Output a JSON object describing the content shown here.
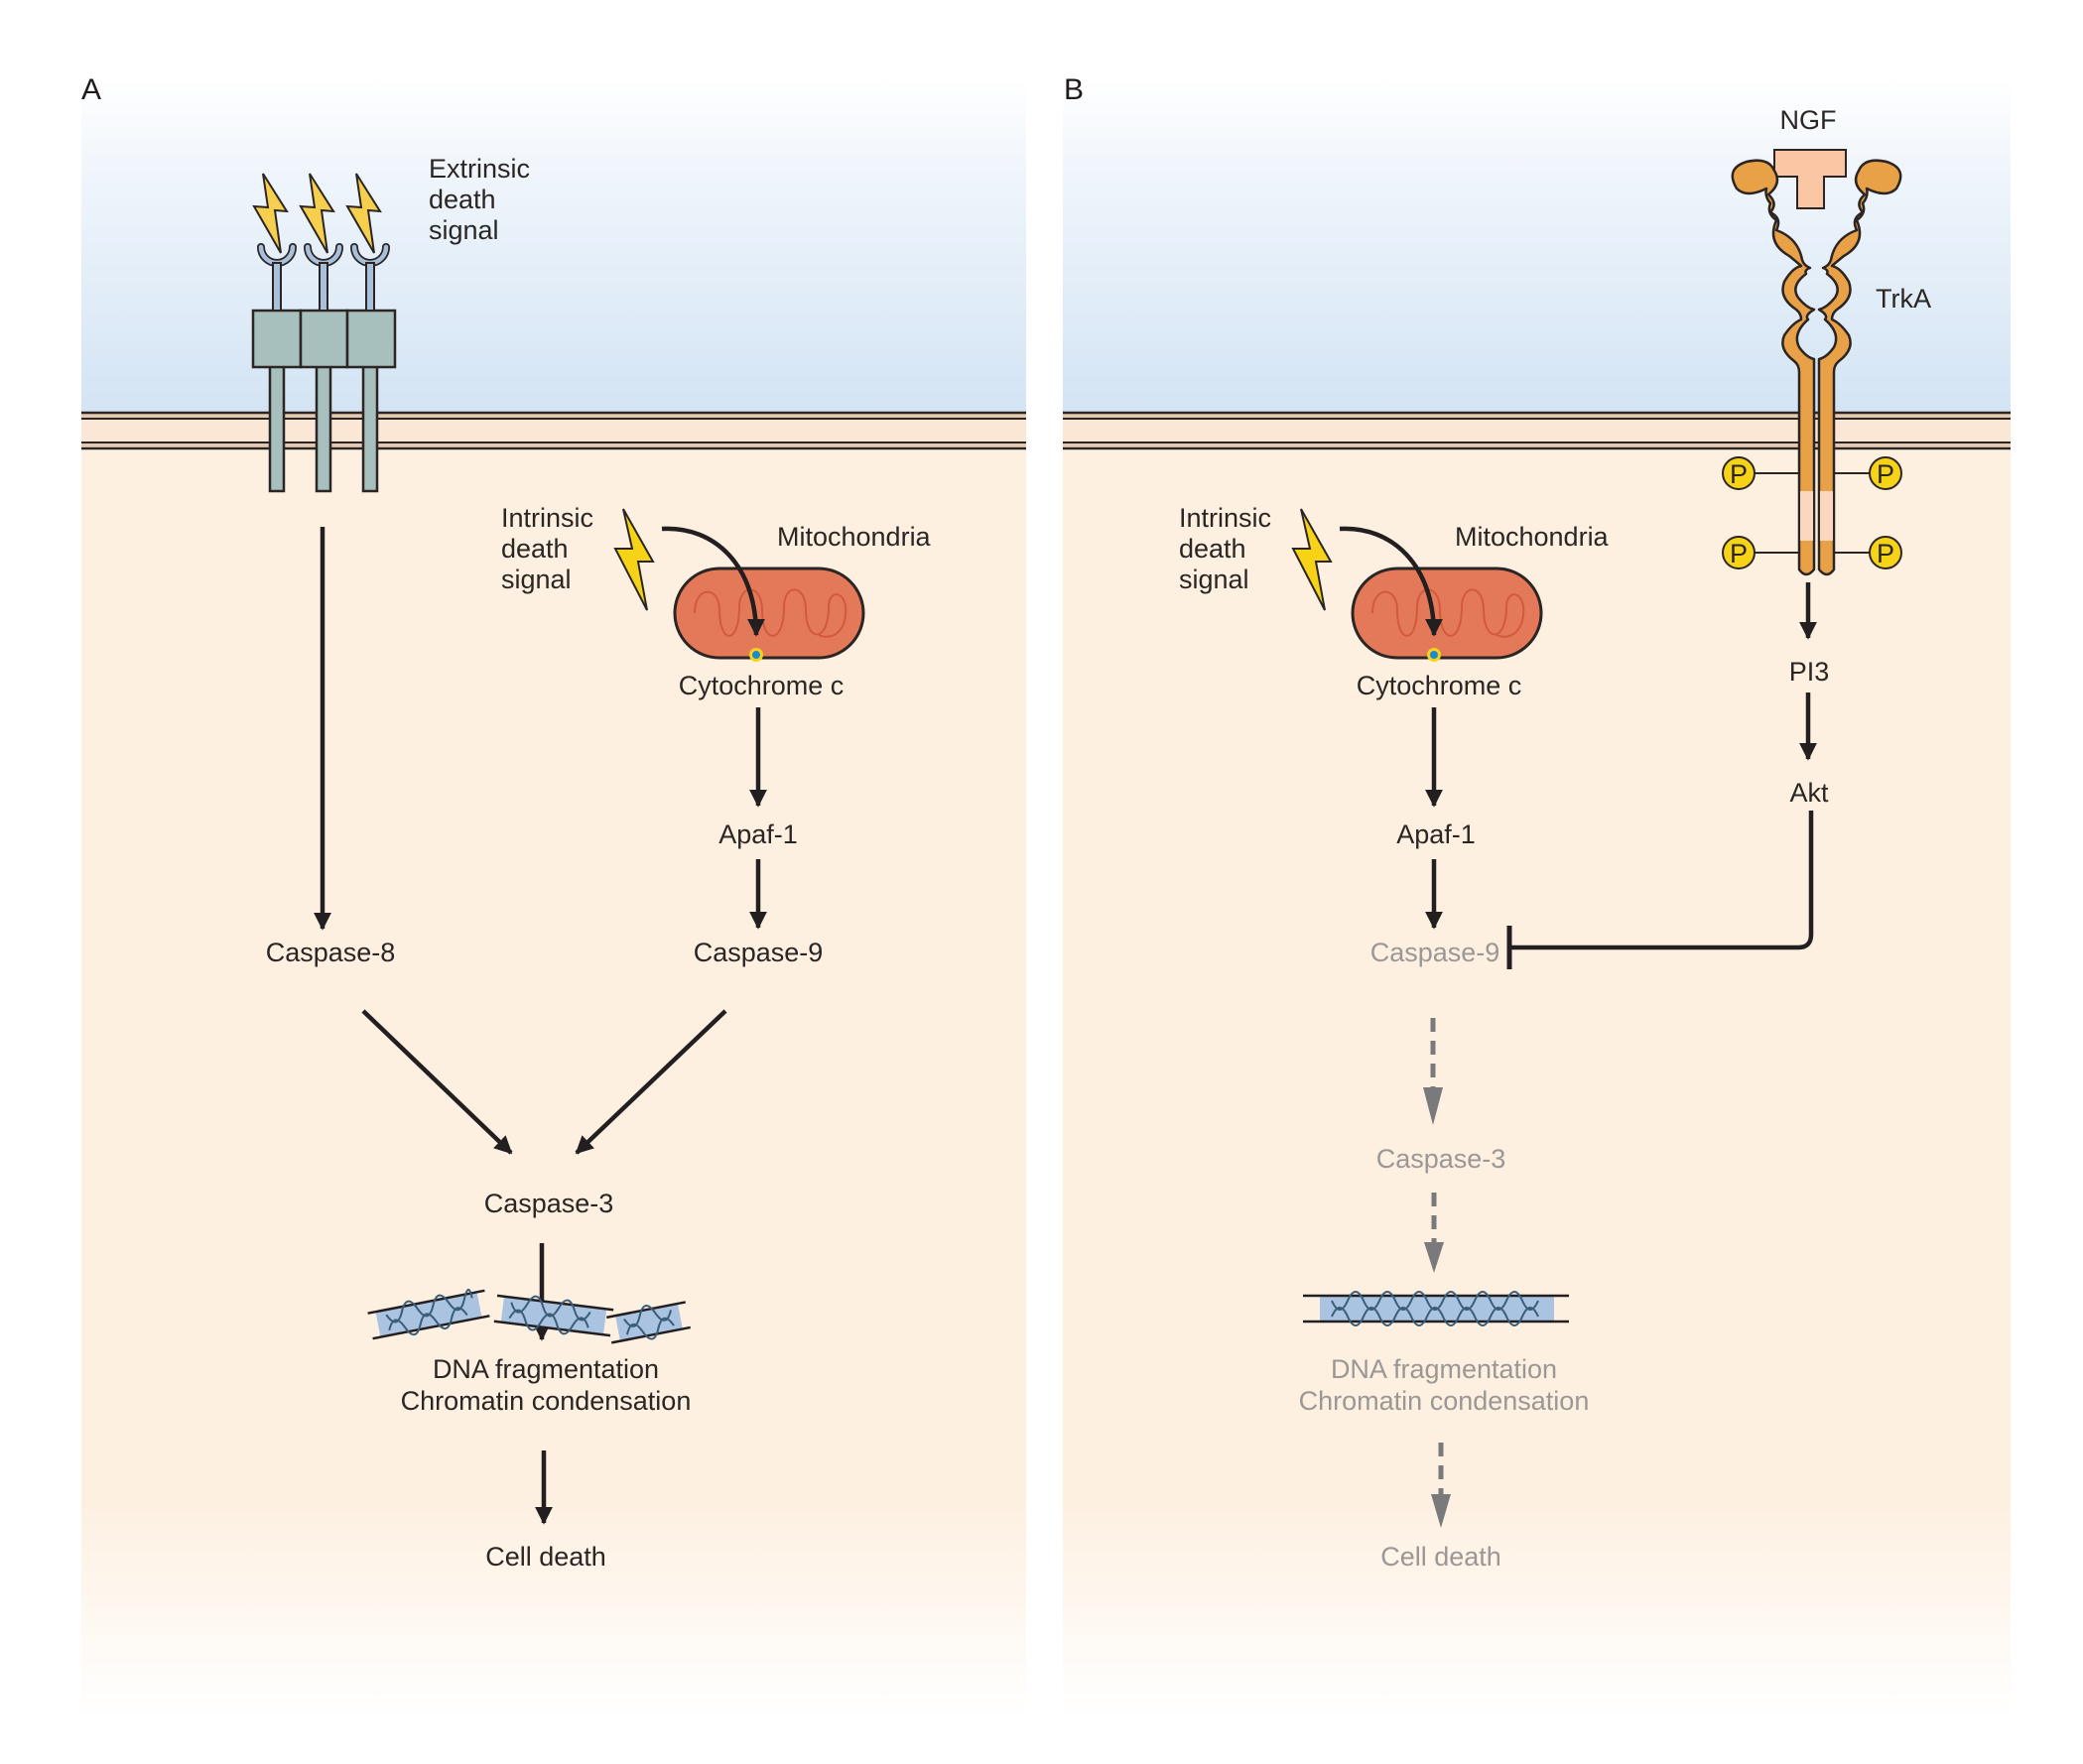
{
  "figure": {
    "panels": [
      {
        "id": "A",
        "label": "A",
        "extrinsic_signal": [
          "Extrinsic",
          "death",
          "signal"
        ],
        "intrinsic_signal": [
          "Intrinsic",
          "death",
          "signal"
        ],
        "mitochondria_label": "Mitochondria",
        "cytochrome_label": "Cytochrome c",
        "apaf_label": "Apaf-1",
        "caspase8_label": "Caspase-8",
        "caspase9_label": "Caspase-9",
        "caspase3_label": "Caspase-3",
        "outcome_lines": [
          "DNA fragmentation",
          "Chromatin condensation"
        ],
        "cell_death_label": "Cell death"
      },
      {
        "id": "B",
        "label": "B",
        "ligand_label": "NGF",
        "receptor_label": "TrkA",
        "phospho_label": "P",
        "pi3_label": "PI3",
        "akt_label": "Akt",
        "intrinsic_signal": [
          "Intrinsic",
          "death",
          "signal"
        ],
        "mitochondria_label": "Mitochondria",
        "cytochrome_label": "Cytochrome c",
        "apaf_label": "Apaf-1",
        "caspase9_label": "Caspase-9",
        "caspase3_label": "Caspase-3",
        "outcome_lines": [
          "DNA fragmentation",
          "Chromatin condensation"
        ],
        "cell_death_label": "Cell death",
        "inhibited_steps": [
          "Caspase-9",
          "Caspase-3",
          "DNA fragmentation",
          "Chromatin condensation",
          "Cell death"
        ]
      }
    ],
    "colors": {
      "extracellular": "#d3e4f4",
      "cytoplasm": "#fdf0e1",
      "membrane": "#e6c8ae",
      "receptor_fas": "#a7bfbd",
      "receptor_cup": "#a9c0da",
      "trka": "#e9a148",
      "trka_light": "#fbd7bf",
      "ngf": "#fbc6a3",
      "mitochondria": "#e4795a",
      "phosphate": "#f7d317",
      "lightning": "#f5cf4d",
      "inhibited_text": "#9a9794",
      "dna": "#a9c3e0"
    }
  }
}
